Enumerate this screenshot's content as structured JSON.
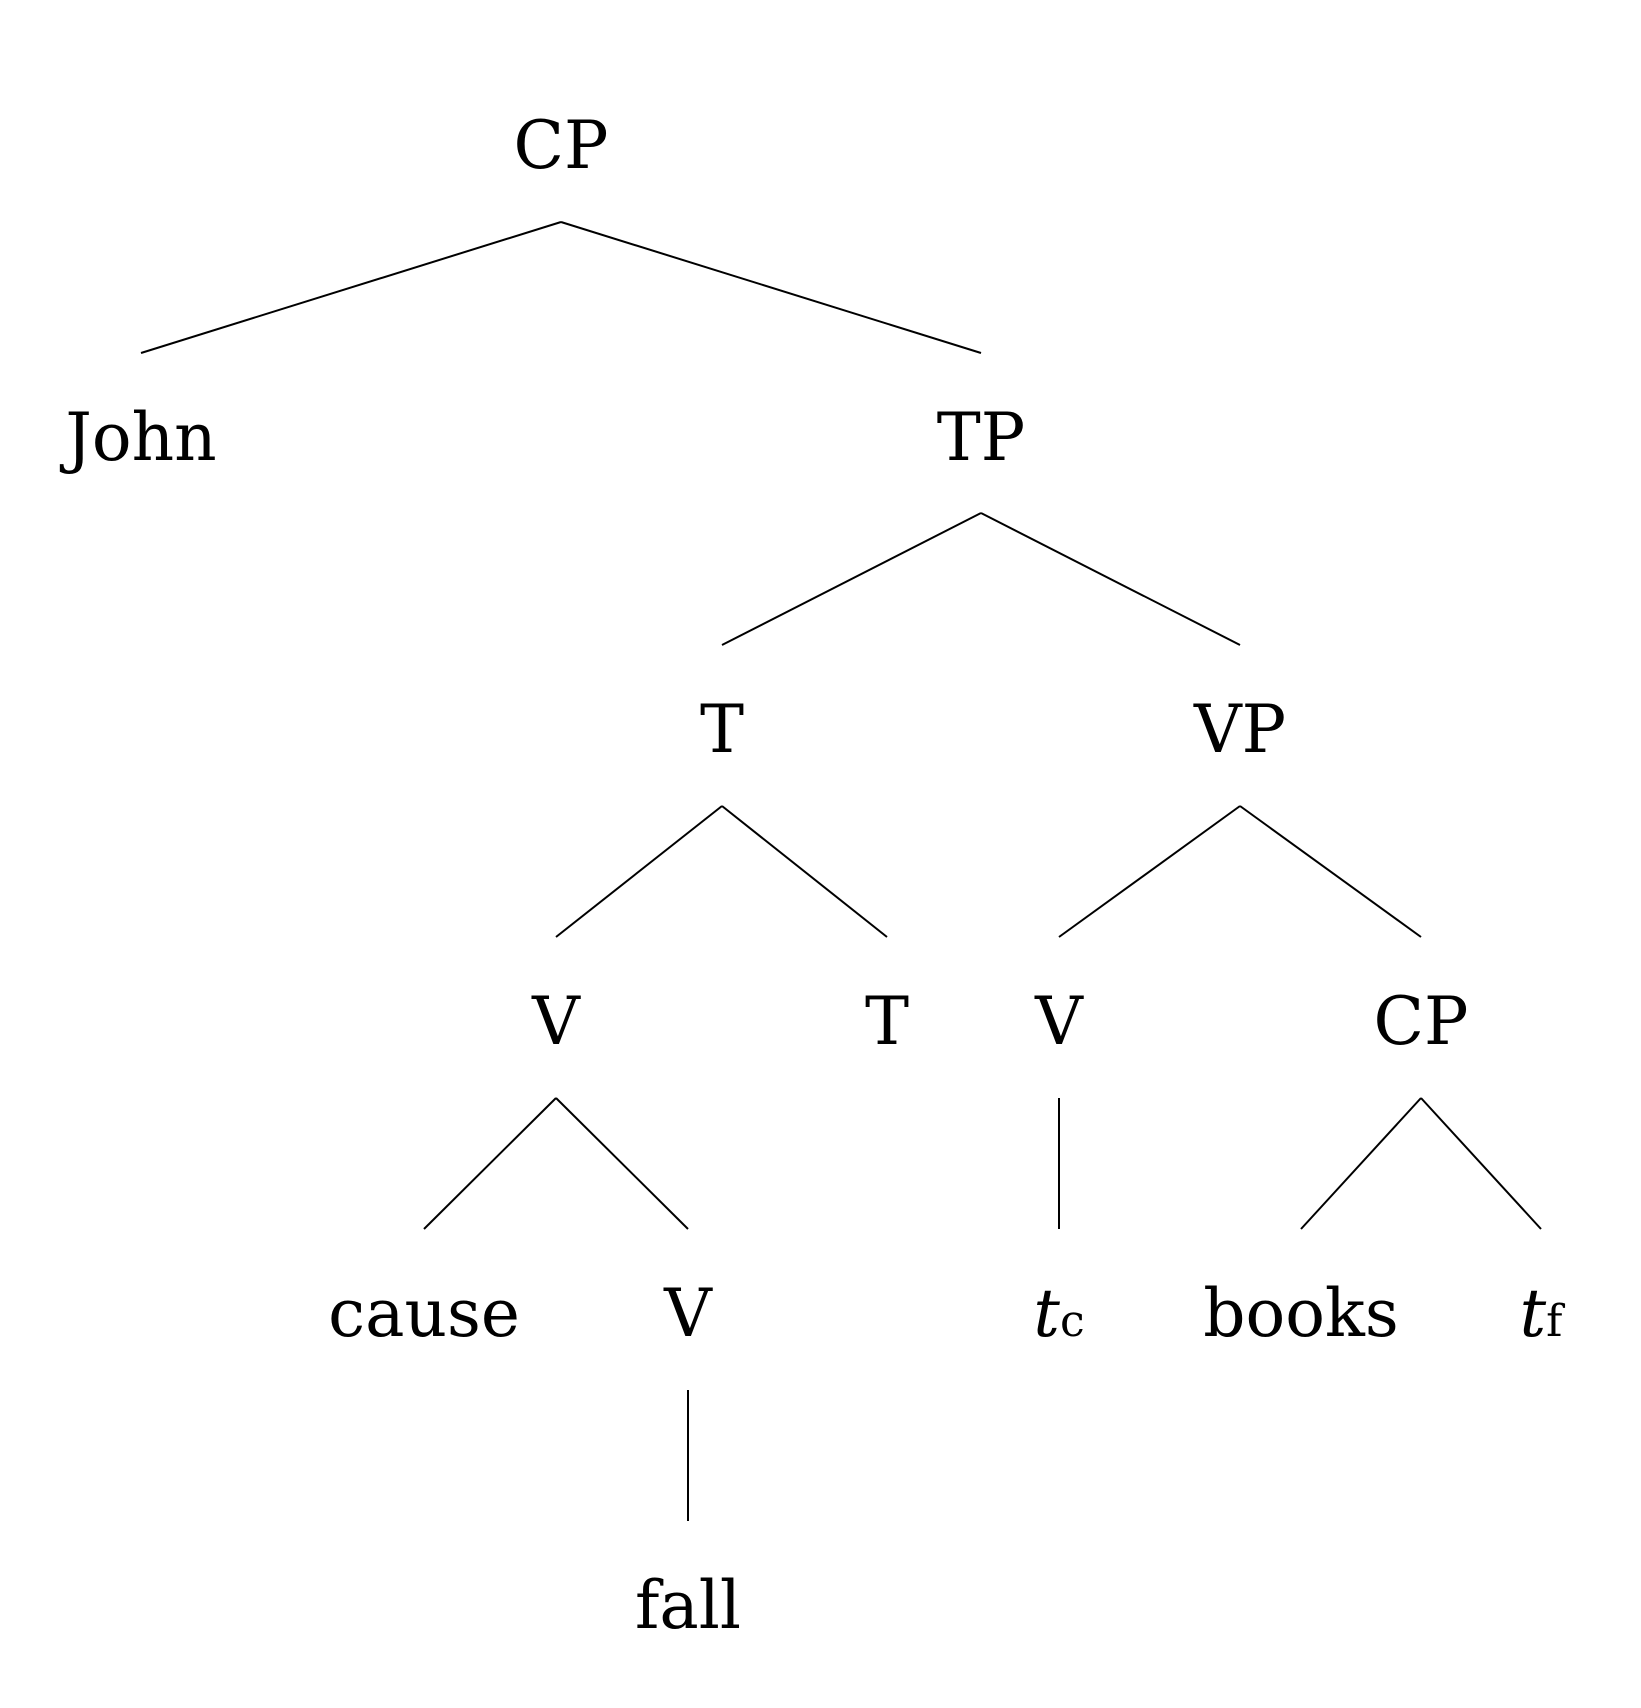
{
  "tree": {
    "nodes": {
      "cp_root": "CP",
      "john": "John",
      "tp": "TP",
      "t_bar": "T",
      "vp": "VP",
      "v_complex": "V",
      "t_head": "T",
      "v_trace_parent": "V",
      "cp_lower": "CP",
      "cause": "cause",
      "v_lower": "V",
      "trace_c": {
        "letter": "t",
        "sub": "c"
      },
      "books": "books",
      "trace_f": {
        "letter": "t",
        "sub": "f"
      },
      "fall": "fall"
    },
    "line_color": "#000000"
  }
}
